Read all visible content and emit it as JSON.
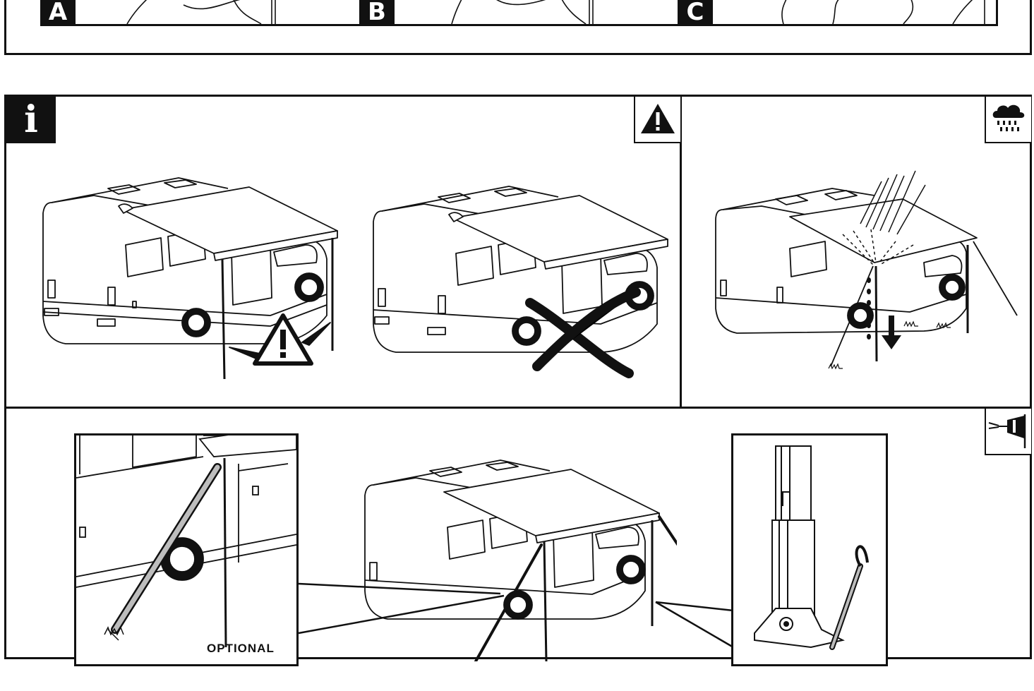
{
  "top_panel": {
    "labels": [
      "A",
      "B",
      "C"
    ]
  },
  "info_panel": {
    "badge": "i",
    "warning_icon": "warning-triangle-icon",
    "rain_icon": "rain-cloud-icon",
    "wind_icon": "windsock-icon"
  },
  "bottom_panel": {
    "optional_label": "OPTIONAL"
  },
  "colors": {
    "ink": "#111111",
    "paper": "#ffffff",
    "gray_fill": "#bdbdbd"
  }
}
